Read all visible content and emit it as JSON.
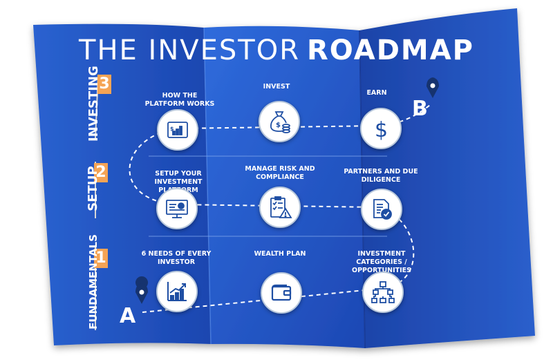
{
  "title": {
    "light": "THE INVESTOR",
    "bold": "ROADMAP"
  },
  "stages": [
    {
      "name": "FUNDAMENTALS",
      "number": "1"
    },
    {
      "name": "SETUP",
      "number": "2"
    },
    {
      "name": "INVESTING",
      "number": "3"
    }
  ],
  "markers": {
    "start": "A",
    "end": "B"
  },
  "steps": [
    {
      "label": "6 NEEDS OF EVERY INVESTOR",
      "icon": "growth-chart-icon"
    },
    {
      "label": "WEALTH PLAN",
      "icon": "wallet-icon"
    },
    {
      "label": "INVESTMENT CATEGORIES / OPPORTUNITIES",
      "icon": "hierarchy-icon"
    },
    {
      "label": "PARTNERS AND DUE DILIGENCE",
      "icon": "document-check-icon"
    },
    {
      "label": "MANAGE RISK AND COMPLIANCE",
      "icon": "checklist-warning-icon"
    },
    {
      "label": "SETUP YOUR INVESTMENT PLATFORM",
      "icon": "monitor-dashboard-icon"
    },
    {
      "label": "HOW THE PLATFORM WORKS",
      "icon": "tablet-chart-icon"
    },
    {
      "label": "INVEST",
      "icon": "money-bag-icon"
    },
    {
      "label": "EARN",
      "icon": "dollar-icon"
    }
  ],
  "colors": {
    "board_dark": "#1a3c9a",
    "board_mid": "#2557c7",
    "board_light": "#3a78e0",
    "flag": "#f5a455",
    "pin": "#16336f",
    "icon": "#1e4ea3"
  }
}
